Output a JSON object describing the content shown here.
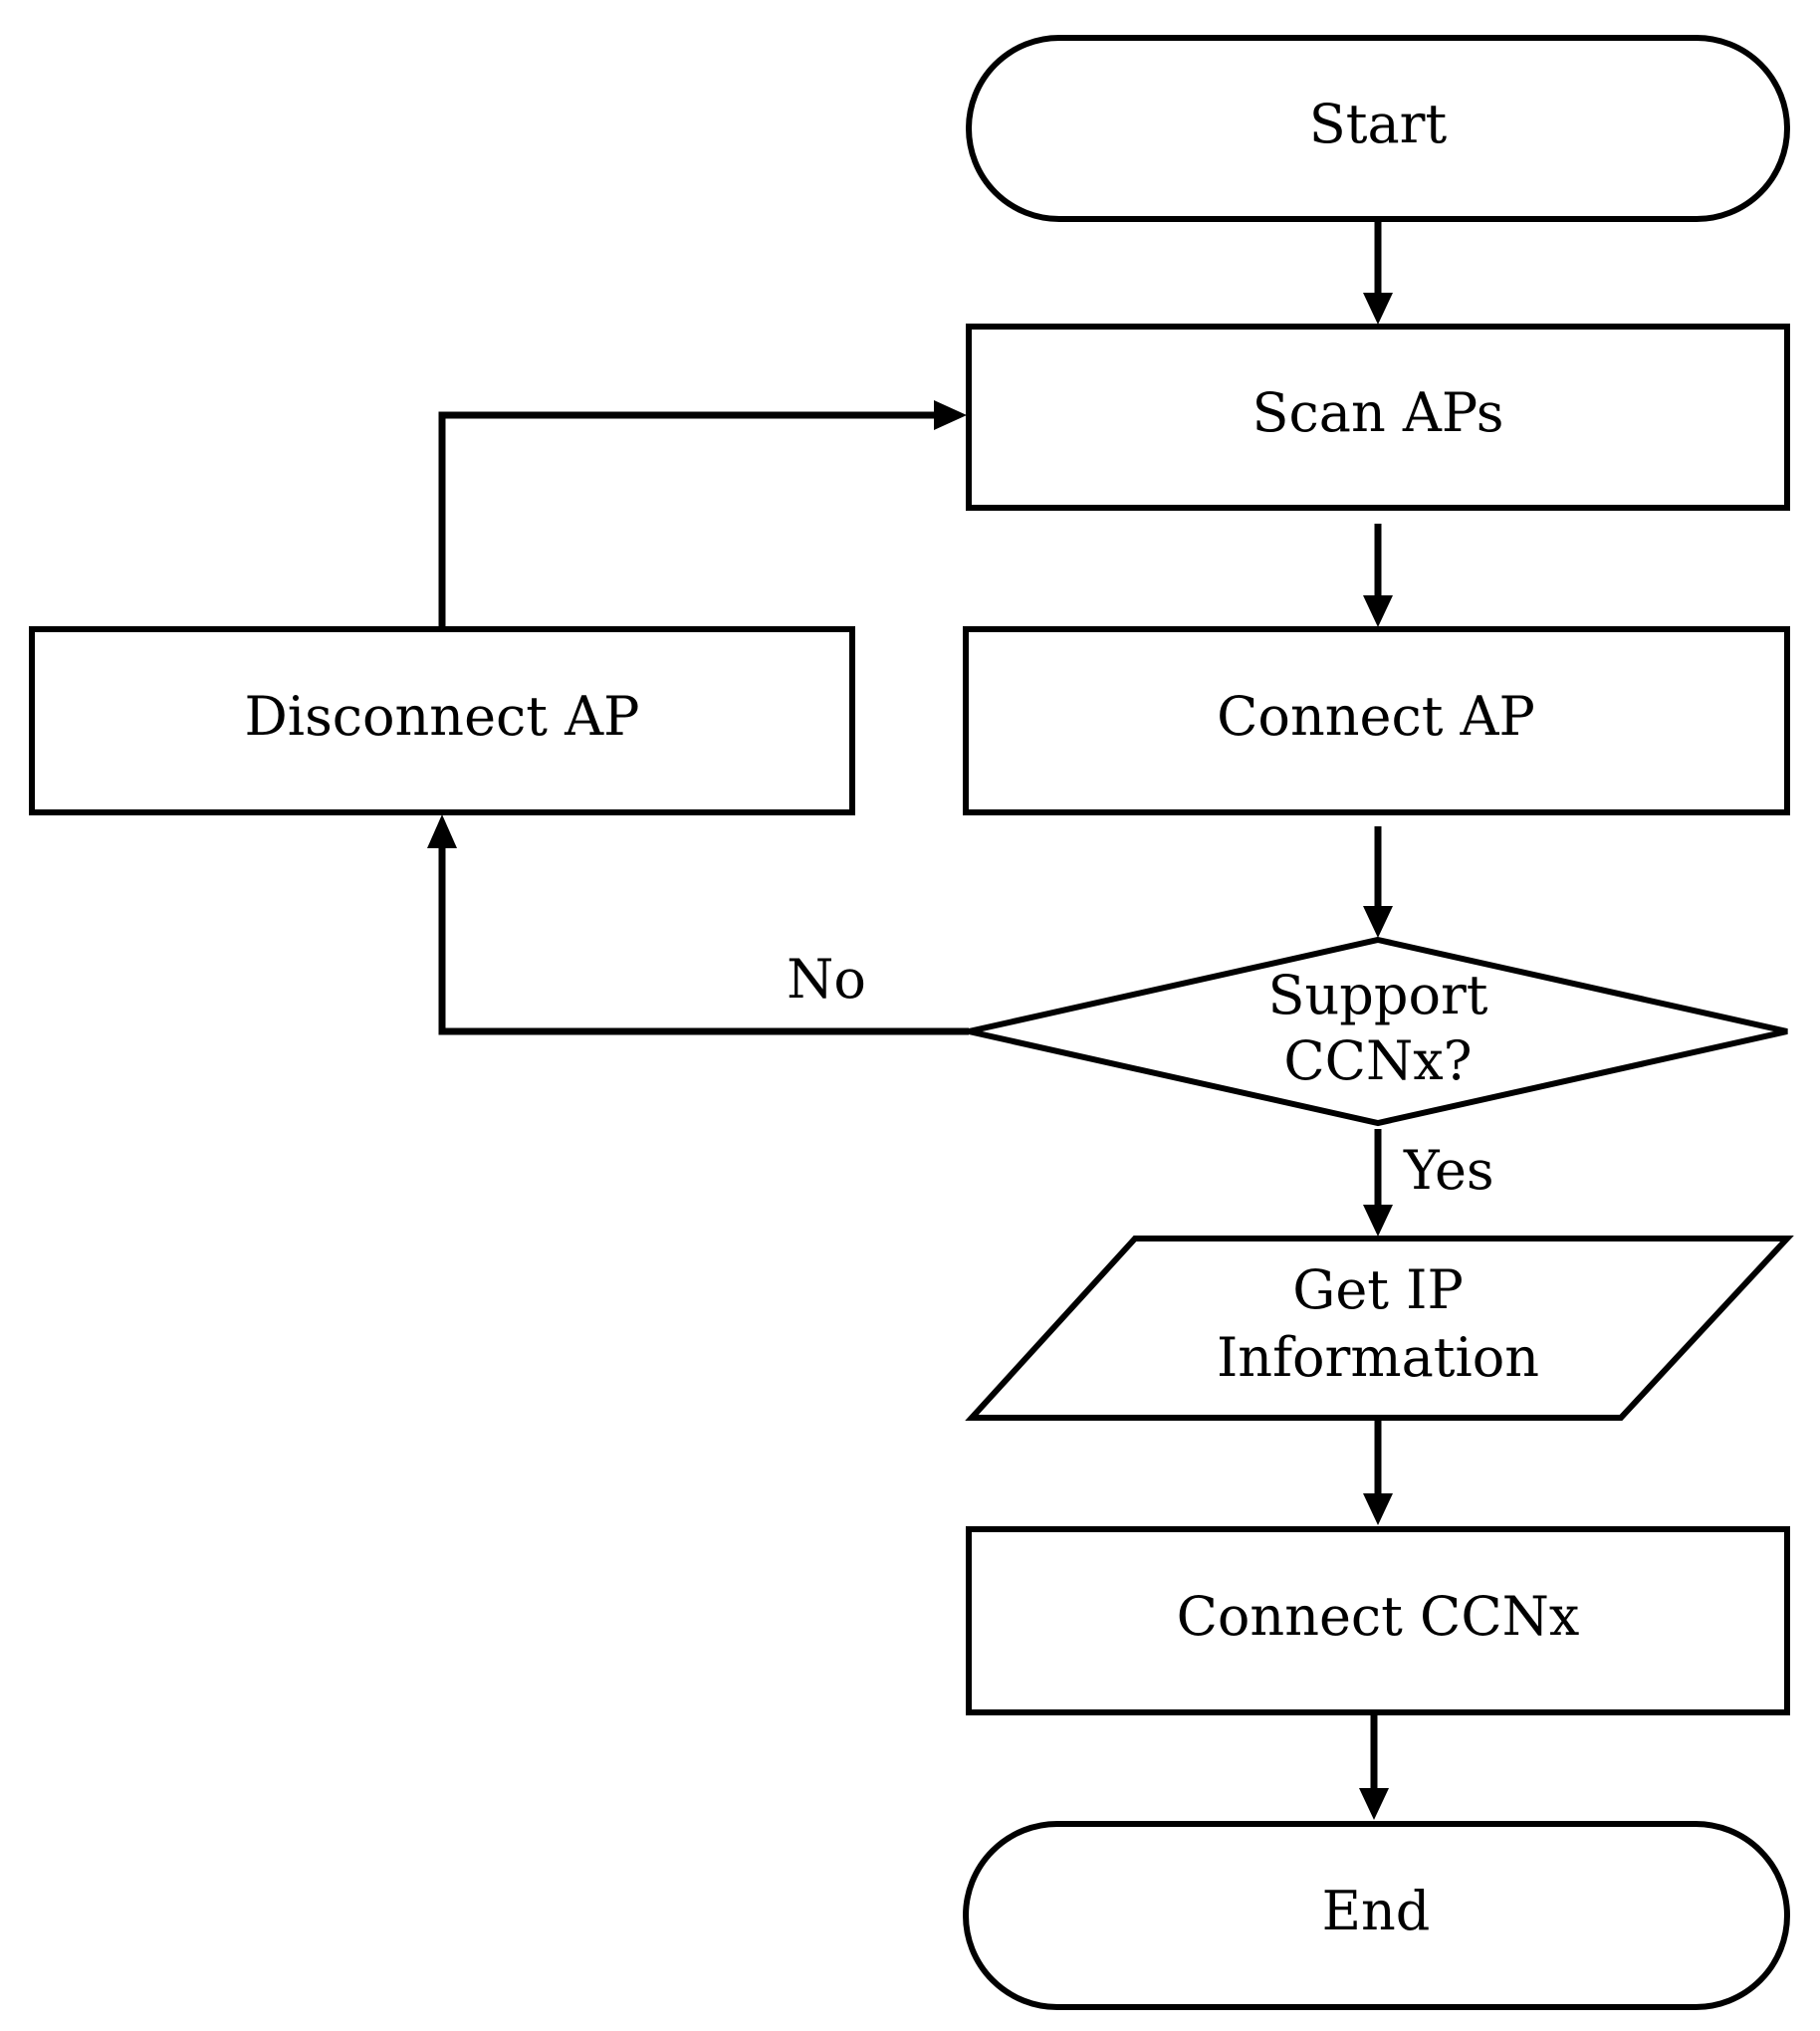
{
  "diagram": {
    "nodes": {
      "start": {
        "label": "Start"
      },
      "scan_aps": {
        "label": "Scan APs"
      },
      "connect_ap": {
        "label": "Connect AP"
      },
      "disconnect_ap": {
        "label": "Disconnect AP"
      },
      "support_ccnx": {
        "label_line1": "Support",
        "label_line2": "CCNx?"
      },
      "get_ip_information": {
        "label_line1": "Get IP",
        "label_line2": "Information"
      },
      "connect_ccnx": {
        "label": "Connect CCNx"
      },
      "end": {
        "label": "End"
      }
    },
    "edges": {
      "no_label": "No",
      "yes_label": "Yes"
    }
  }
}
